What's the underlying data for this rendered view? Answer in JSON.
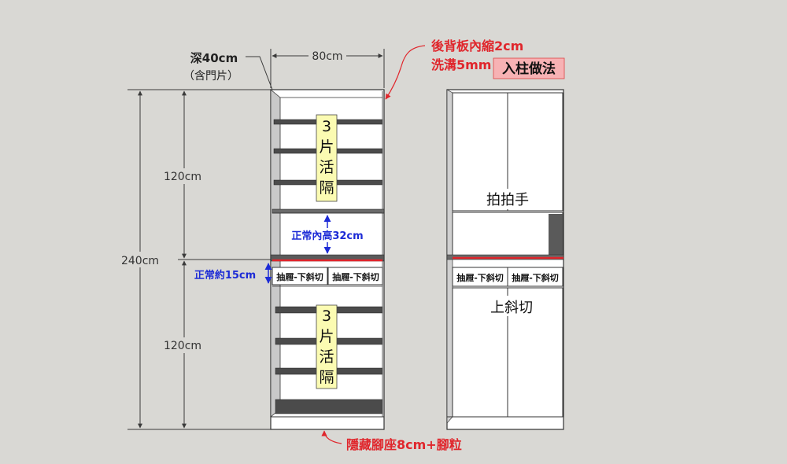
{
  "colors": {
    "background": "#d9d8d4",
    "cabinet_fill": "#ffffff",
    "cabinet_line": "#333333",
    "shelf_gray": "#4b4b4b",
    "accent_red": "#e0262c",
    "note_blue": "#1d2bd6",
    "label_yellow": "#fbfbb2",
    "tag_pink": "#f7b2b4",
    "dim_line": "#3a3a3a"
  },
  "dimensions": {
    "depth": "深40cm",
    "depth_note": "（含門片）",
    "width": "80cm",
    "total_height": "240cm",
    "upper_height": "120cm",
    "lower_height": "120cm",
    "drawer_height_note": "正常約15cm",
    "inner_height_note": "正常內高32cm"
  },
  "annotations": {
    "back_panel_line1": "後背板內縮2cm",
    "back_panel_line2": "洗溝5mm",
    "method_tag": "入柱做法",
    "plinth_note": "隱藏腳座8cm+腳粒"
  },
  "left_cabinet": {
    "upper_shelf_label": [
      "3",
      "片",
      "活",
      "隔"
    ],
    "lower_shelf_label": [
      "3",
      "片",
      "活",
      "隔"
    ],
    "drawers": [
      "抽屜-下斜切",
      "抽屜-下斜切"
    ]
  },
  "right_cabinet": {
    "upper_door_label": "拍拍手",
    "drawers": [
      "抽屜-下斜切",
      "抽屜-下斜切"
    ],
    "lower_door_label": "上斜切"
  }
}
